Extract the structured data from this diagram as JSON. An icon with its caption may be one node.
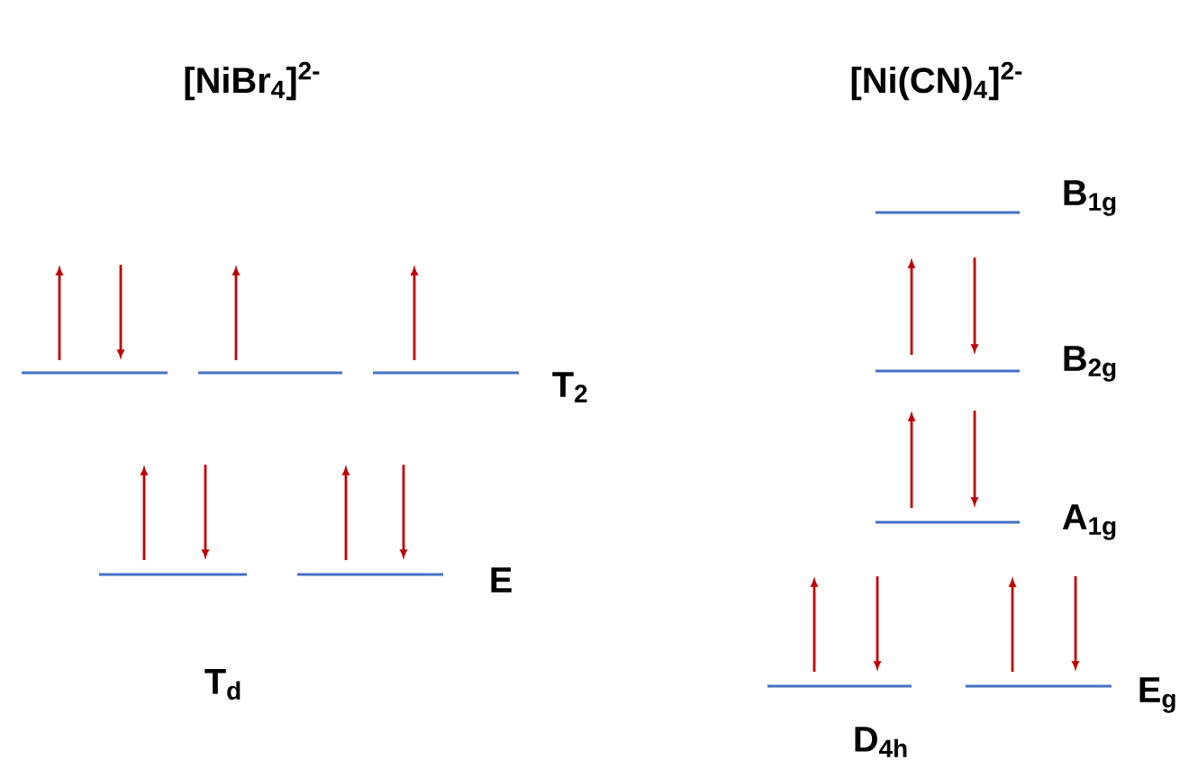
{
  "diagram": {
    "labels": [
      "[NiBr$_{4}$]$^{2-}$",
      "[Ni(CN)$_{4}$]$^{2-}$",
      "B$_{1g}$",
      "T$_{2}$",
      "B$_{2g}$",
      "A$_{1g}$",
      "E",
      "T$_{d}$",
      "E$_{g}$",
      "D$_{4h}$"
    ]
  }
}
